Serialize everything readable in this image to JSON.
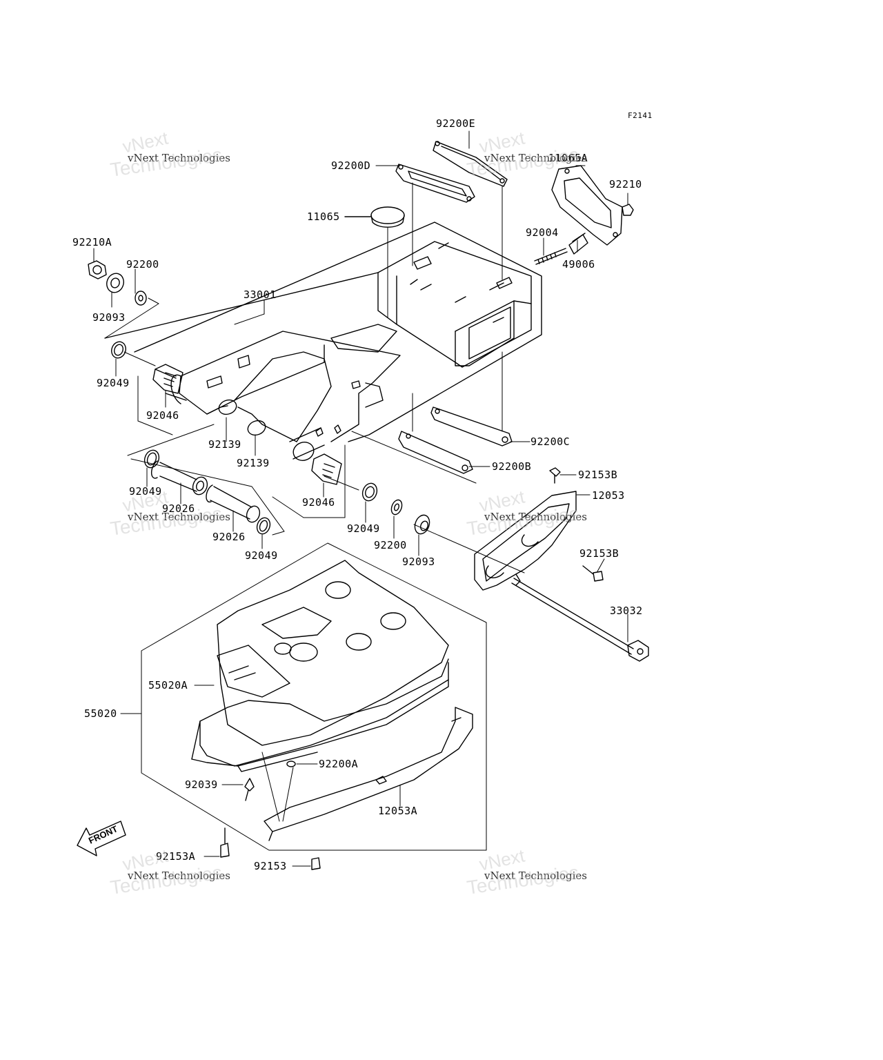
{
  "figure_code": "F2141",
  "front_label": "FRONT",
  "watermark": {
    "line1": "vNext",
    "line2": "vNext Technologies",
    "line3": "Technologies"
  },
  "labels": {
    "p92200E": "92200E",
    "p92200D": "92200D",
    "p11065A": "11065A",
    "p92210": "92210",
    "p11065": "11065",
    "p92004": "92004",
    "p49006": "49006",
    "p92210A": "92210A",
    "p92200_top": "92200",
    "p92093_top": "92093",
    "p33001": "33001",
    "p92049_a": "92049",
    "p92046_a": "92046",
    "p92139_a": "92139",
    "p92139_b": "92139",
    "p92049_b": "92049",
    "p92026_a": "92026",
    "p92026_b": "92026",
    "p92049_c": "92049",
    "p92046_b": "92046",
    "p92049_d": "92049",
    "p92200_mid": "92200",
    "p92093_mid": "92093",
    "p92200C": "92200C",
    "p92200B": "92200B",
    "p92153B_a": "92153B",
    "p12053": "12053",
    "p92153B_b": "92153B",
    "p33032": "33032",
    "p55020A": "55020A",
    "p55020": "55020",
    "p92200A": "92200A",
    "p92039": "92039",
    "p12053A": "12053A",
    "p92153A": "92153A",
    "p92153": "92153"
  }
}
